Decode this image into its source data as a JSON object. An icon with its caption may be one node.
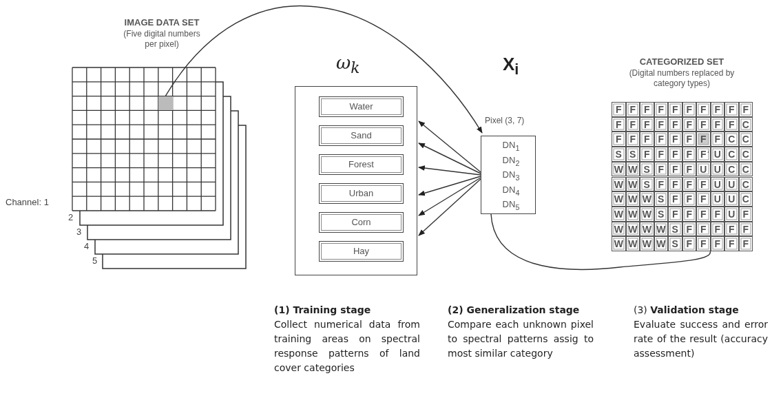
{
  "diagram": {
    "nodes": [
      {
        "text": [
          "IMAGE DATA SET",
          "(Five digital numbers per pixel)"
        ]
      },
      {
        "text": [],
        "shape": "box",
        "in": 0
      },
      {
        "text": [
          "ω$_{k}$"
        ]
      },
      {
        "text": [
          "Water"
        ],
        "in": 2
      },
      {
        "text": [
          "Sand"
        ],
        "in": 2
      },
      {
        "text": [
          "Forest"
        ],
        "in": 2
      },
      {
        "text": [
          "Urban"
        ],
        "in": 2
      },
      {
        "text": [
          "Corn"
        ],
        "in": 2
      },
      {
        "text": [
          "Hay"
        ],
        "in": 2
      },
      {
        "text": [
          "X$_{i}$",
          "Pixel (3, 7)",
          "DN$_{1}$ DN$_{2}$ DN$_{3}$ DN$_{4}$ DN$_{5}$"
        ]
      },
      {
        "text": [
          "CATEGORIZED SET",
          "(Digital numbers replaced by category types)"
        ]
      },
      {
        "text": [
          "F"
        ],
        "in": 10
      }
    ],
    "edges": [
      {
        "from": 1,
        "to": 9,
        "arrow": "to"
      },
      {
        "from": 9,
        "to": 2,
        "arrow": "to"
      },
      {
        "from": 9,
        "to": 2,
        "arrow": "to"
      },
      {
        "from": 9,
        "to": 2,
        "arrow": "to"
      },
      {
        "from": 9,
        "to": 2,
        "arrow": "to"
      },
      {
        "from": 9,
        "to": 2,
        "arrow": "to"
      },
      {
        "from": 9,
        "to": 2,
        "arrow": "to"
      },
      {
        "from": 9,
        "to": 11,
        "arrow": "to"
      }
    ],
    "labels": [
      "Channel: 1",
      "2",
      "3",
      "4",
      "5",
      "F",
      "F",
      "F",
      "F",
      "F",
      "F",
      "F",
      "F",
      "F",
      "F",
      "F",
      "F",
      "F",
      "F",
      "F",
      "F",
      "F",
      "F",
      "F",
      "C",
      "F",
      "F",
      "F",
      "F",
      "F",
      "F",
      "F",
      "C",
      "C",
      "S",
      "S",
      "F",
      "F",
      "F",
      "F",
      "F",
      "U",
      "C",
      "C",
      "W",
      "W",
      "S",
      "F",
      "F",
      "F",
      "U",
      "U",
      "C",
      "C",
      "W",
      "W",
      "S",
      "F",
      "F",
      "F",
      "F",
      "U",
      "U",
      "C",
      "W",
      "W",
      "W",
      "S",
      "F",
      "F",
      "F",
      "U",
      "U",
      "C",
      "W",
      "W",
      "W",
      "S",
      "F",
      "F",
      "F",
      "F",
      "U",
      "F",
      "W",
      "W",
      "W",
      "W",
      "S",
      "F",
      "F",
      "F",
      "F",
      "F",
      "W",
      "W",
      "W",
      "W",
      "S",
      "F",
      "F",
      "F",
      "F",
      "F",
      "(1) Training stage",
      "Collect numerical data from training areas on spectral response patterns of land cover categories",
      "(2) Generalization stage",
      "Compare each unknown pixel to spectral patterns assig to most similar category",
      "(3) **Validation stage**",
      "Evaluate success and error rate of the result (accuracy assessment)"
    ]
  }
}
